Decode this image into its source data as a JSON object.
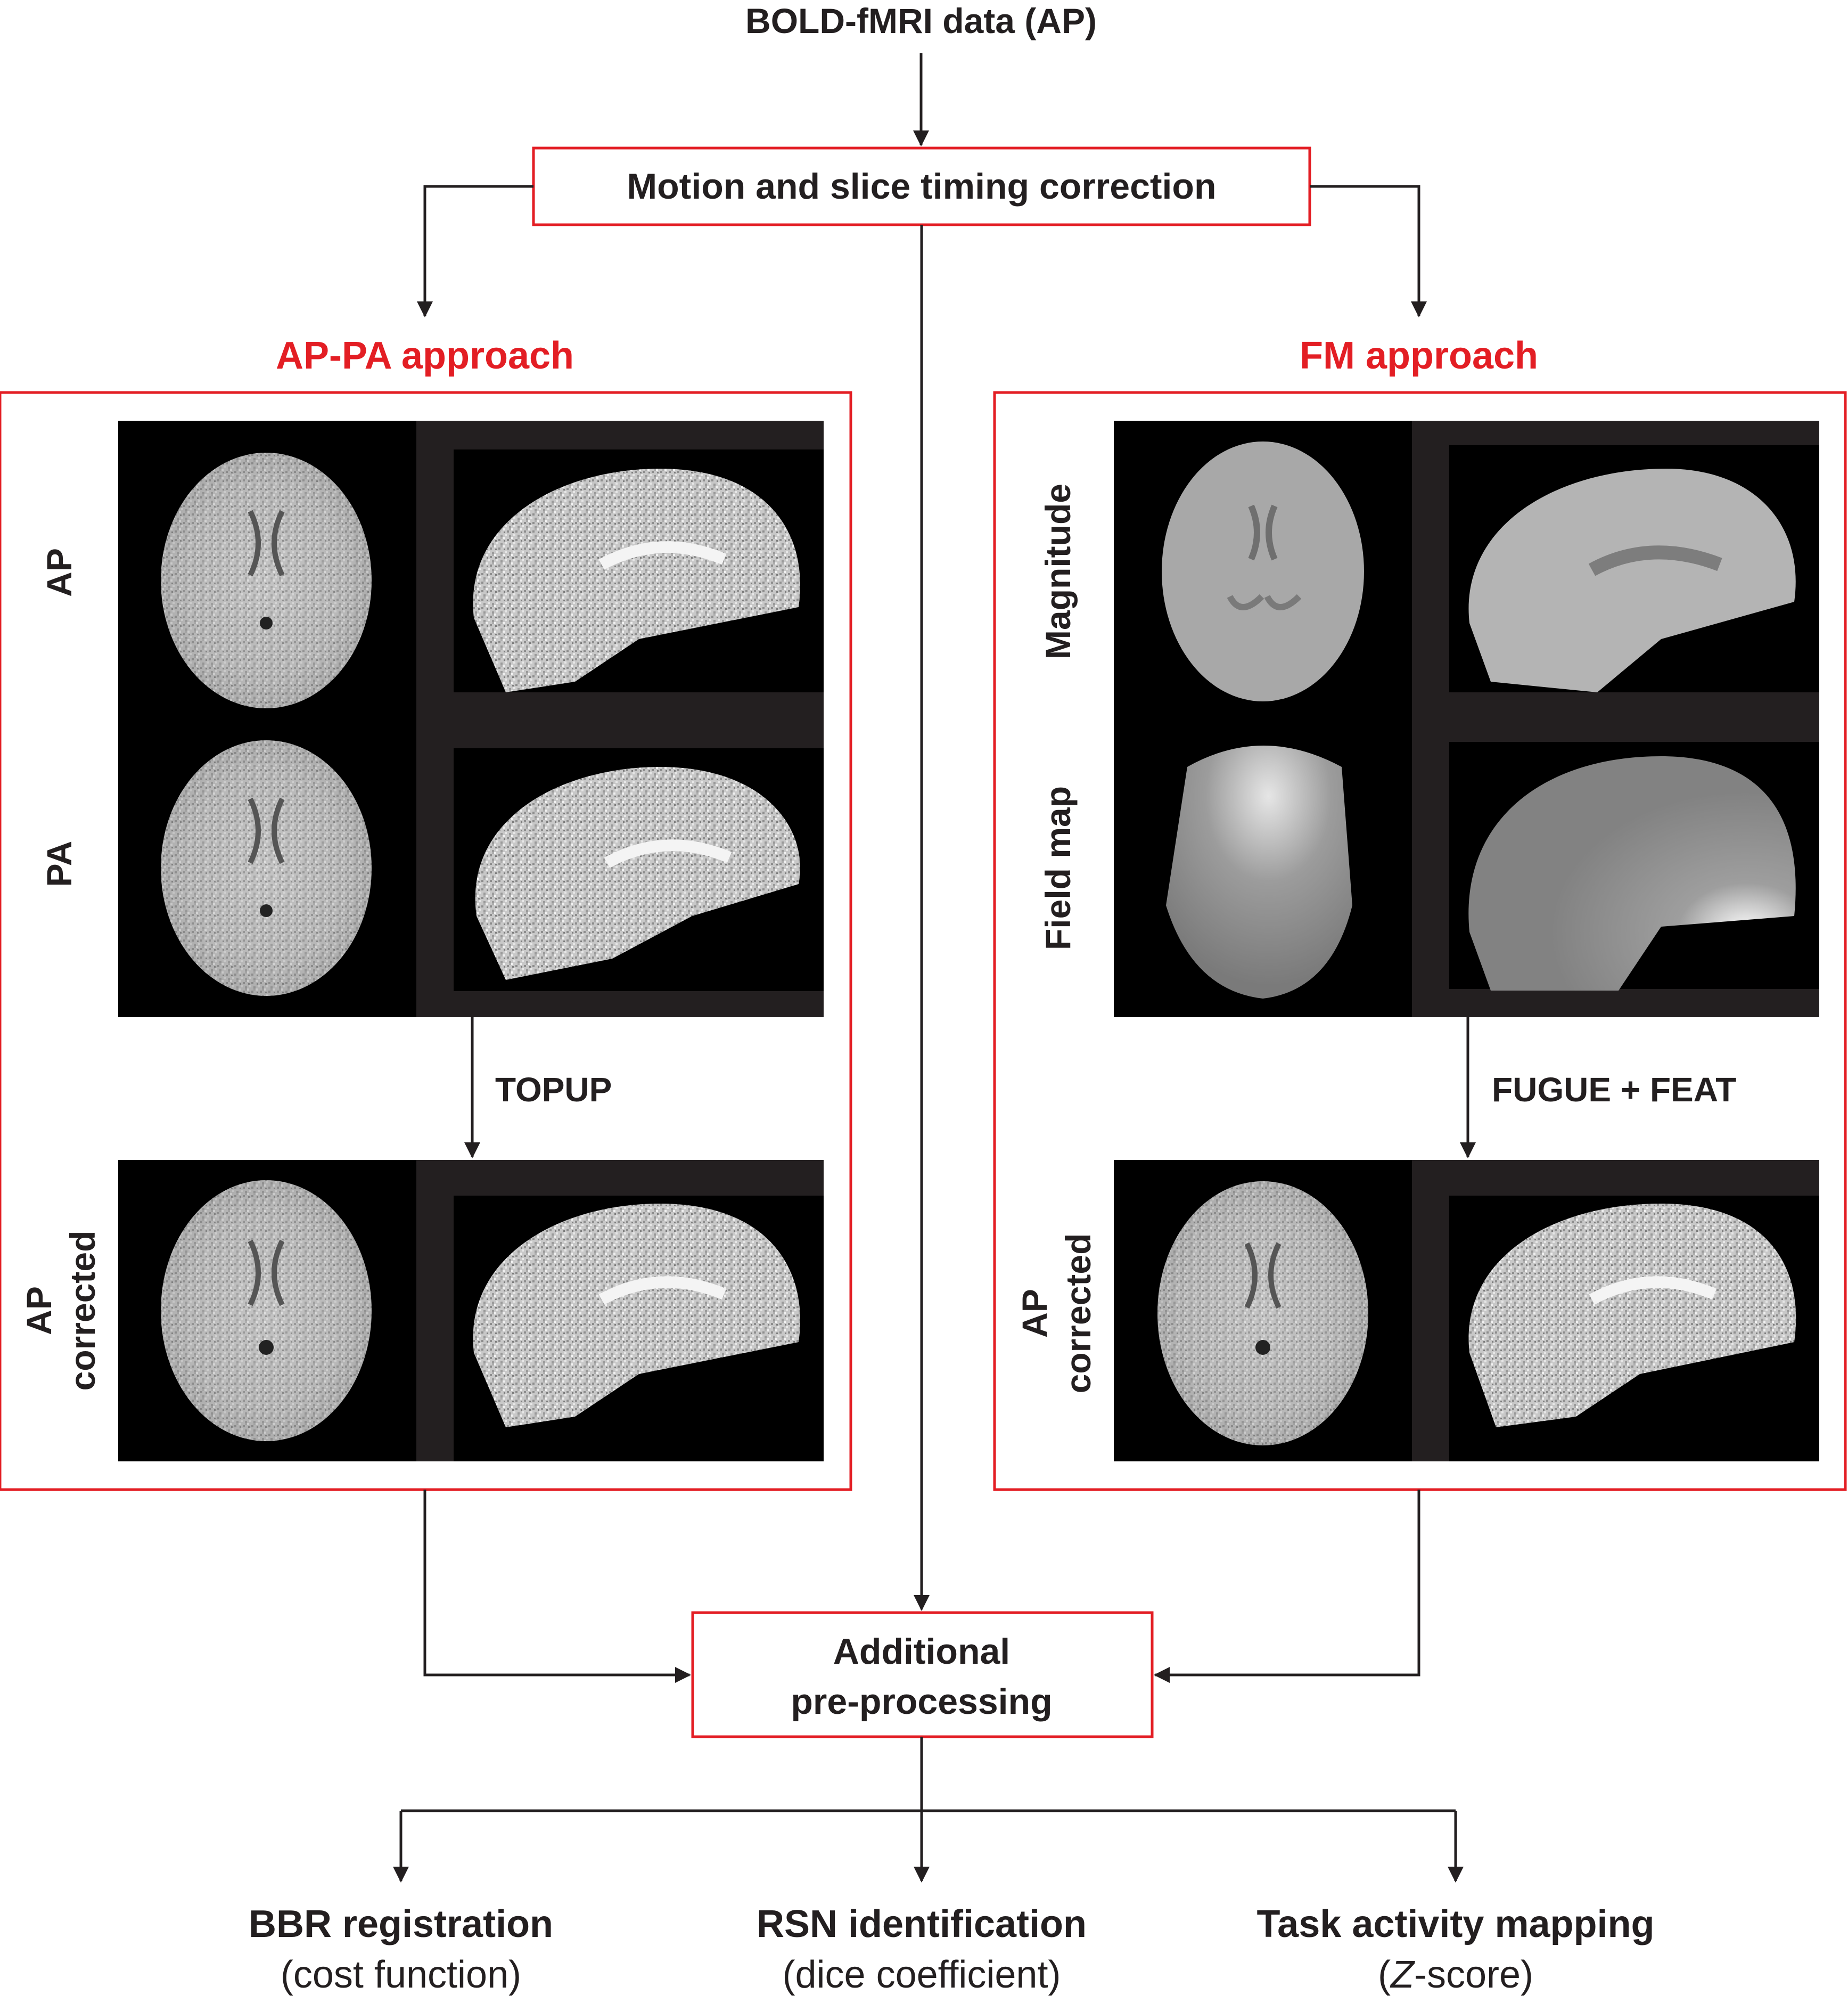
{
  "top": {
    "title": "BOLD-fMRI data (AP)"
  },
  "motion": {
    "label": "Motion and slice timing correction"
  },
  "ap_pa": {
    "title": "AP-PA approach",
    "row_labels": [
      "AP",
      "PA"
    ],
    "step": "TOPUP",
    "corrected_line1": "AP",
    "corrected_line2": "corrected"
  },
  "fm": {
    "title": "FM approach",
    "row_labels": [
      "Magnitude",
      "Field map"
    ],
    "step": "FUGUE + FEAT",
    "corrected_line1": "AP",
    "corrected_line2": "corrected"
  },
  "additional": {
    "line1": "Additional",
    "line2": "pre-processing"
  },
  "outputs": [
    {
      "title": "BBR registration",
      "sub": "(cost function)"
    },
    {
      "title": "RSN identification",
      "sub": "(dice coefficient)"
    },
    {
      "title": "Task activity mapping",
      "sub_prefix": "(",
      "sub_italic": "Z",
      "sub_suffix": "-score)"
    }
  ],
  "colors": {
    "accent": "#e31e24",
    "text": "#231f20",
    "line": "#231f20",
    "panel": "#000000",
    "panel_gap": "#231f20"
  }
}
